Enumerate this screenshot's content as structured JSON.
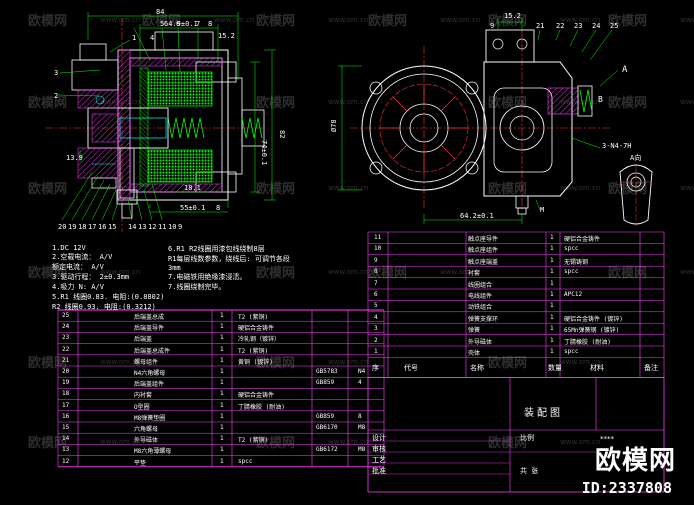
{
  "colors": {
    "background": "#000000",
    "outline": "#ffffff",
    "dimension": "#00ff00",
    "center_line": "#ff3030",
    "hatch": "#ff40ff",
    "table_line": "#ff40ff",
    "table_text": "#ffffff",
    "section_text": "#00ffff",
    "spring": "#00ff00"
  },
  "watermark": {
    "text": "欧模网",
    "url": "www.om.cn"
  },
  "brand": {
    "name": "欧模网",
    "id_label": "ID:2337808",
    "stars": "****"
  },
  "drawing": {
    "left_view": {
      "top_dims": [
        "84",
        "64.9±0.1",
        "15.2"
      ],
      "side_dims": [
        "82",
        "74±0.1",
        "13.9"
      ],
      "bottom_dims": [
        "18.1",
        "55±0.1",
        "8"
      ],
      "callouts_left": [
        "3",
        "2",
        "1",
        "4"
      ],
      "callouts_bottom": [
        "20",
        "19",
        "18",
        "17",
        "16",
        "15",
        "14",
        "13",
        "12",
        "11",
        "10",
        "9"
      ],
      "callouts_top": [
        "5",
        "6",
        "7",
        "8"
      ]
    },
    "right_view": {
      "top_dims": [
        "15.2",
        "9"
      ],
      "callouts_top": [
        "21",
        "22",
        "23",
        "24",
        "25"
      ],
      "side_dims": [
        "Ø78"
      ],
      "bottom_dims": [
        "64.2±0.1",
        "M"
      ],
      "note_holes": "3-N4-7H",
      "label_a": "A",
      "label_b": "B",
      "label_a_dir": "A向"
    }
  },
  "tech_notes": [
    "1.DC  12V",
    "2.空载电流：   A/V",
    "   额定电流：        A/V",
    "3.驱动行程：   2±0.3mm",
    "4.吸力 N:    A/V",
    "5.R1   线圈0.83.  电阻:(0.8802)",
    "   R2  线圈0.93.  电阻:(0.3212)"
  ],
  "tech_notes_right": [
    "6.R1  R2线圈用漆包线绕制8层",
    "   R1每层线数参数，绕线后:  可调节各段",
    "   3mm",
    "   7.电磁铁用绝缘漆浸渍。",
    "7.线圈绕制完毕。"
  ],
  "bom_left": [
    {
      "no": "25",
      "name": "后端盖总成",
      "qty": "1",
      "mat": "T2 (紫铜)",
      "std": "",
      "note": ""
    },
    {
      "no": "24",
      "name": "后端盖导件",
      "qty": "1",
      "mat": "硬铝合金铸件",
      "std": "",
      "note": ""
    },
    {
      "no": "23",
      "name": "后端盖",
      "qty": "1",
      "mat": "冷轧钢（镀锌）",
      "std": "",
      "note": ""
    },
    {
      "no": "22",
      "name": "后端盖总成件",
      "qty": "1",
      "mat": "T2 (紫铜)",
      "std": "",
      "note": ""
    },
    {
      "no": "21",
      "name": "螺母组件",
      "qty": "1",
      "mat": "黄铜 (镀锌)",
      "std": "",
      "note": ""
    },
    {
      "no": "20",
      "name": "N4六角螺母",
      "qty": "1",
      "mat": "",
      "std": "GB5783",
      "note": "N4"
    },
    {
      "no": "19",
      "name": "后端盖组件",
      "qty": "1",
      "mat": "",
      "std": "GB859",
      "note": "4"
    },
    {
      "no": "18",
      "name": "内衬套",
      "qty": "1",
      "mat": "硬铝合金铸件",
      "std": "",
      "note": ""
    },
    {
      "no": "17",
      "name": "O型圈",
      "qty": "1",
      "mat": "丁腈橡胶 (耐油)",
      "std": "",
      "note": ""
    },
    {
      "no": "16",
      "name": "M8弹簧垫圈",
      "qty": "1",
      "mat": "",
      "std": "GB859",
      "note": "8"
    },
    {
      "no": "15",
      "name": "六角螺母",
      "qty": "1",
      "mat": "",
      "std": "GB6170",
      "note": "M8"
    },
    {
      "no": "14",
      "name": "外导磁体",
      "qty": "1",
      "mat": "T2 (紫铜)",
      "std": "",
      "note": ""
    },
    {
      "no": "13",
      "name": "M8六角薄螺母",
      "qty": "1",
      "mat": "",
      "std": "GB6172",
      "note": "M8"
    },
    {
      "no": "12",
      "name": "平垫",
      "qty": "1",
      "mat": "spcc",
      "std": "",
      "note": ""
    }
  ],
  "bom_right": [
    {
      "no": "11",
      "name": "触点座导件",
      "qty": "1",
      "mat": "硬铝合金铸件"
    },
    {
      "no": "10",
      "name": "触点座组件",
      "qty": "1",
      "mat": "spcc"
    },
    {
      "no": "9",
      "name": "触点座端盖",
      "qty": "1",
      "mat": "无锡铸钢"
    },
    {
      "no": "8",
      "name": "衬套",
      "qty": "1",
      "mat": "spcc"
    },
    {
      "no": "7",
      "name": "线圈组合",
      "qty": "1",
      "mat": ""
    },
    {
      "no": "6",
      "name": "电线组件",
      "qty": "1",
      "mat": "APC12"
    },
    {
      "no": "5",
      "name": "动铁组合",
      "qty": "1",
      "mat": ""
    },
    {
      "no": "4",
      "name": "弹簧支撑环",
      "qty": "1",
      "mat": "硬铝合金铸件 (镀锌)"
    },
    {
      "no": "3",
      "name": "弹簧",
      "qty": "1",
      "mat": "65Mn弹簧钢 (镀锌)"
    },
    {
      "no": "2",
      "name": "外导磁体",
      "qty": "1",
      "mat": "丁腈橡胶 (耐油)"
    },
    {
      "no": "1",
      "name": "壳体",
      "qty": "1",
      "mat": "spcc"
    }
  ],
  "bom_header": [
    "序",
    "代号",
    "名称",
    "数量",
    "材料",
    "备注"
  ],
  "title_block": {
    "title": "装配图",
    "rows": [
      "设计",
      "审核",
      "工艺",
      "批准"
    ],
    "scale_label": "比例",
    "sheet_label": "共  张"
  }
}
